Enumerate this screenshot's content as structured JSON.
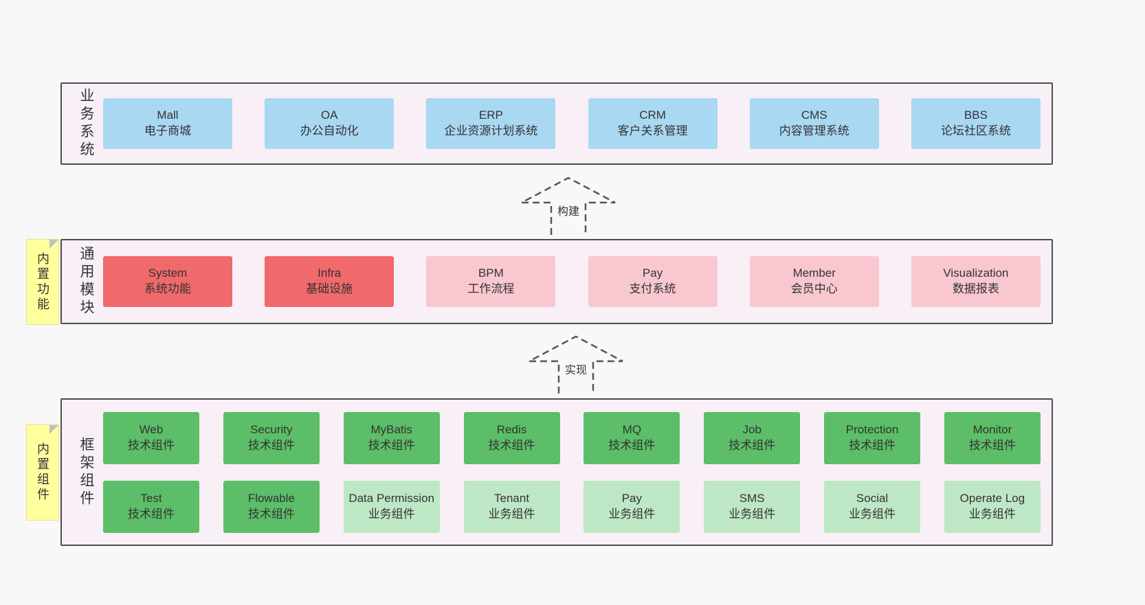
{
  "colors": {
    "page_bg": "#f8f8f8",
    "band_bg": "#f9eff7",
    "band_border": "#4d4d4d",
    "blue": "#a9d8f3",
    "red": "#f0696b",
    "pink": "#f9c7d0",
    "green_dark": "#5cbe68",
    "green_light": "#bee7c5",
    "sticky_yellow": "#ffff9e",
    "arrow_stroke": "#555555"
  },
  "arrows": {
    "build": "构建",
    "implement": "实现"
  },
  "bands": {
    "business": {
      "side_label": "业务系统",
      "items": [
        {
          "title": "Mall",
          "subtitle": "电子商城"
        },
        {
          "title": "OA",
          "subtitle": "办公自动化"
        },
        {
          "title": "ERP",
          "subtitle": "企业资源计划系统"
        },
        {
          "title": "CRM",
          "subtitle": "客户关系管理"
        },
        {
          "title": "CMS",
          "subtitle": "内容管理系统"
        },
        {
          "title": "BBS",
          "subtitle": "论坛社区系统"
        }
      ]
    },
    "modules": {
      "side_label": "通用模块",
      "sticky": "内置功能",
      "items": [
        {
          "title": "System",
          "subtitle": "系统功能",
          "variant": "red"
        },
        {
          "title": "Infra",
          "subtitle": "基础设施",
          "variant": "red"
        },
        {
          "title": "BPM",
          "subtitle": "工作流程",
          "variant": "pink"
        },
        {
          "title": "Pay",
          "subtitle": "支付系统",
          "variant": "pink"
        },
        {
          "title": "Member",
          "subtitle": "会员中心",
          "variant": "pink"
        },
        {
          "title": "Visualization",
          "subtitle": "数据报表",
          "variant": "pink"
        }
      ]
    },
    "components": {
      "side_label": "框架组件",
      "sticky": "内置组件",
      "row1": [
        {
          "title": "Web",
          "subtitle": "技术组件",
          "variant": "green-dark"
        },
        {
          "title": "Security",
          "subtitle": "技术组件",
          "variant": "green-dark"
        },
        {
          "title": "MyBatis",
          "subtitle": "技术组件",
          "variant": "green-dark"
        },
        {
          "title": "Redis",
          "subtitle": "技术组件",
          "variant": "green-dark"
        },
        {
          "title": "MQ",
          "subtitle": "技术组件",
          "variant": "green-dark"
        },
        {
          "title": "Job",
          "subtitle": "技术组件",
          "variant": "green-dark"
        },
        {
          "title": "Protection",
          "subtitle": "技术组件",
          "variant": "green-dark"
        },
        {
          "title": "Monitor",
          "subtitle": "技术组件",
          "variant": "green-dark"
        }
      ],
      "row2": [
        {
          "title": "Test",
          "subtitle": "技术组件",
          "variant": "green-dark"
        },
        {
          "title": "Flowable",
          "subtitle": "技术组件",
          "variant": "green-dark"
        },
        {
          "title": "Data Permission",
          "subtitle": "业务组件",
          "variant": "green-light"
        },
        {
          "title": "Tenant",
          "subtitle": "业务组件",
          "variant": "green-light"
        },
        {
          "title": "Pay",
          "subtitle": "业务组件",
          "variant": "green-light"
        },
        {
          "title": "SMS",
          "subtitle": "业务组件",
          "variant": "green-light"
        },
        {
          "title": "Social",
          "subtitle": "业务组件",
          "variant": "green-light"
        },
        {
          "title": "Operate Log",
          "subtitle": "业务组件",
          "variant": "green-light"
        }
      ]
    }
  }
}
